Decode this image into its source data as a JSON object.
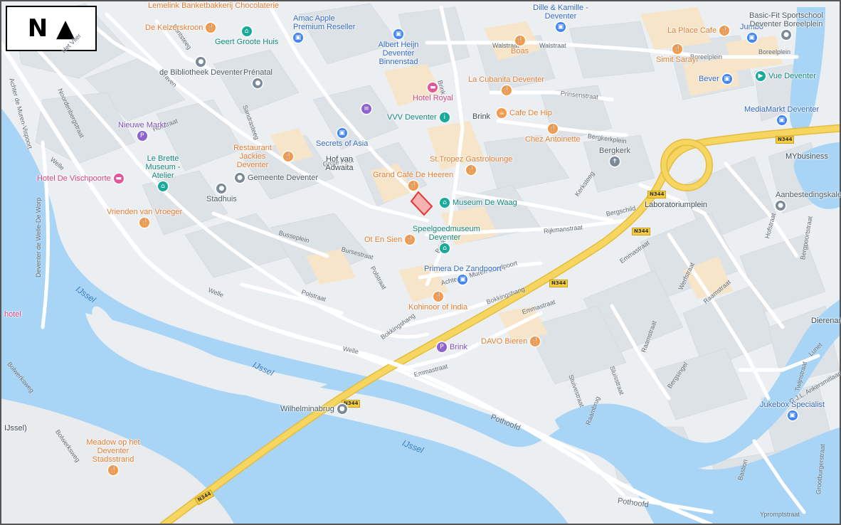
{
  "north_label": "N ▲",
  "colors": {
    "background": "#eceff2",
    "block": "#dde2e7",
    "building_tan": "#f6e5c8",
    "water": "#a8d4f5",
    "sand": "#e9ebed",
    "road_major": "#f6d560",
    "road_minor": "#ffffff",
    "highlight": "#e53935"
  },
  "pois": [
    {
      "id": "poi-lemelink",
      "label": "Lemelink Banketbakkerij Chocolaterie",
      "type": "none",
      "cls": "lblonly"
    },
    {
      "id": "poi-kelzerskroon",
      "label": "De Kelzerskroon",
      "type": "restaurant",
      "cls": "orange"
    },
    {
      "id": "poi-geert-groote",
      "label": "Geert Groote Huis",
      "type": "museum",
      "cls": "teal"
    },
    {
      "id": "poi-amac",
      "label": "Amac Apple Premium Reseller",
      "type": "shop",
      "cls": "blue"
    },
    {
      "id": "poi-albert-heijn",
      "label": "Albert Heijn Deventer Binnenstad",
      "type": "shop",
      "cls": "blue"
    },
    {
      "id": "poi-dille",
      "label": "Dille & Kamille - Deventer",
      "type": "shop",
      "cls": "blue"
    },
    {
      "id": "poi-boas",
      "label": "Boas",
      "type": "restaurant",
      "cls": "orange"
    },
    {
      "id": "poi-la-place",
      "label": "La Place Cafe",
      "type": "restaurant",
      "cls": "orange"
    },
    {
      "id": "poi-jumbo",
      "label": "Jumbo",
      "type": "shop",
      "cls": "blue"
    },
    {
      "id": "poi-basic-fit",
      "label": "Basic-Fit Sportschool Deventer Boreelplein",
      "type": "gym",
      "cls": "gray"
    },
    {
      "id": "poi-simit",
      "label": "Simit Sarayı",
      "type": "restaurant",
      "cls": "orange"
    },
    {
      "id": "poi-bibliotheek",
      "label": "de Bibliotheek Deventer",
      "type": "library",
      "cls": "gray"
    },
    {
      "id": "poi-bever",
      "label": "Bever",
      "type": "shop",
      "cls": "blue"
    },
    {
      "id": "poi-vue",
      "label": "Vue Deventer",
      "type": "cinema",
      "cls": "teal"
    },
    {
      "id": "poi-la-cubanita",
      "label": "La Cubanita Deventer",
      "type": "restaurant",
      "cls": "orange"
    },
    {
      "id": "poi-hotel-royal",
      "label": "Hotel Royal",
      "type": "hotel",
      "cls": "pink"
    },
    {
      "id": "poi-prenatal",
      "label": "Prénatal",
      "type": "shop",
      "cls": "gray"
    },
    {
      "id": "poi-vvv",
      "label": "VVV Deventer",
      "type": "info",
      "cls": "teal"
    },
    {
      "id": "poi-brink-label",
      "label": "Brink",
      "type": "none",
      "cls": "lblonly"
    },
    {
      "id": "poi-cafe-de-hip",
      "label": "Cafe De Hip",
      "type": "cafe",
      "cls": "orange"
    },
    {
      "id": "poi-mediamarkt",
      "label": "MediaMarkt Deventer",
      "type": "shop",
      "cls": "blue"
    },
    {
      "id": "poi-nieuwe-markt",
      "label": "Nieuwe Markt",
      "type": "parking",
      "cls": "purple"
    },
    {
      "id": "poi-secrets-of-asia",
      "label": "Secrets of Asia",
      "type": "shop",
      "cls": "blue"
    },
    {
      "id": "poi-chez-antoinette",
      "label": "Chez Antoinette",
      "type": "restaurant",
      "cls": "orange"
    },
    {
      "id": "poi-bergkerk",
      "label": "Bergkerk",
      "type": "church",
      "cls": "gray"
    },
    {
      "id": "poi-jackies",
      "label": "Restaurant Jackies Deventer",
      "type": "restaurant",
      "cls": "orange"
    },
    {
      "id": "poi-hof-van-adwaita",
      "label": "Hof van Adwaita",
      "type": "none",
      "cls": "lblonly"
    },
    {
      "id": "poi-st-tropez",
      "label": "St.Tropez Gastrolounge",
      "type": "restaurant",
      "cls": "orange"
    },
    {
      "id": "poi-mybusiness",
      "label": "MYbusiness",
      "type": "none",
      "cls": "lblonly"
    },
    {
      "id": "poi-le-brette",
      "label": "Le Brette Museum - Atelier",
      "type": "museum",
      "cls": "teal"
    },
    {
      "id": "poi-gemeente",
      "label": "Gemeente Deventer",
      "type": "gov",
      "cls": "gray"
    },
    {
      "id": "poi-grand-cafe",
      "label": "Grand Café De Heeren",
      "type": "restaurant",
      "cls": "orange"
    },
    {
      "id": "poi-vischpoorte",
      "label": "Hotel De Vischpoorte",
      "type": "hotel",
      "cls": "pink"
    },
    {
      "id": "poi-stadhuis",
      "label": "Stadhuis",
      "type": "gov",
      "cls": "gray"
    },
    {
      "id": "poi-museum-de-waag",
      "label": "Museum De Waag",
      "type": "museum",
      "cls": "teal"
    },
    {
      "id": "poi-laboratoriumplein",
      "label": "Laboratoriumplein",
      "type": "none",
      "cls": "lblonly"
    },
    {
      "id": "poi-aanbesteding",
      "label": "Aanbestedingskalender",
      "type": "office",
      "cls": "gray"
    },
    {
      "id": "poi-vrienden",
      "label": "Vrienden van Vroeger",
      "type": "restaurant",
      "cls": "orange"
    },
    {
      "id": "poi-ot-en-sien",
      "label": "Ot En Sien",
      "type": "restaurant",
      "cls": "orange"
    },
    {
      "id": "poi-speelgoed",
      "label": "Speelgoedmuseum Deventer",
      "type": "museum",
      "cls": "teal"
    },
    {
      "id": "poi-primera",
      "label": "Primera De Zandpoort",
      "type": "shop",
      "cls": "blue"
    },
    {
      "id": "poi-kohinoor",
      "label": "Kohinoor of India",
      "type": "restaurant",
      "cls": "orange"
    },
    {
      "id": "poi-dierenarts",
      "label": "Dierenarts",
      "type": "none",
      "cls": "lblonly"
    },
    {
      "id": "poi-brink-parking",
      "label": "Brink",
      "type": "parking",
      "cls": "purple"
    },
    {
      "id": "poi-davo",
      "label": "DAVO Bieren",
      "type": "restaurant",
      "cls": "orange"
    },
    {
      "id": "poi-wilhelminabrug",
      "label": "Wilhelminabrug",
      "type": "landmark",
      "cls": "gray"
    },
    {
      "id": "poi-jukebox",
      "label": "Jukebox Specialist",
      "type": "shop",
      "cls": "blue"
    },
    {
      "id": "poi-meadow",
      "label": "Meadow op het Deventer Stadsstrand",
      "type": "restaurant",
      "cls": "orange"
    },
    {
      "id": "poi-hotel-edge",
      "label": "hotel",
      "type": "none",
      "cls": "pink"
    },
    {
      "id": "poi-ijssel-edge",
      "label": "IJssel)",
      "type": "none",
      "cls": "lblonly"
    }
  ],
  "streets": [
    {
      "id": "st-welle-1",
      "label": "Welle"
    },
    {
      "id": "st-welle-2",
      "label": "Welle"
    },
    {
      "id": "st-welle-3",
      "label": "Welle"
    },
    {
      "id": "st-walstraat-1",
      "label": "Walstraat"
    },
    {
      "id": "st-walstraat-2",
      "label": "Walstraat"
    },
    {
      "id": "st-boreelplein-1",
      "label": "Boreelplein"
    },
    {
      "id": "st-boreelplein-2",
      "label": "Boreelplein"
    },
    {
      "id": "st-prinsenstraat",
      "label": "Prinsenstraat"
    },
    {
      "id": "st-bergkerkplein",
      "label": "Bergkerkplein"
    },
    {
      "id": "st-rijkmanstraat",
      "label": "Rijkmanstraat"
    },
    {
      "id": "st-bergschild",
      "label": "Bergschild"
    },
    {
      "id": "st-kerksteeg",
      "label": "Kerksteeg"
    },
    {
      "id": "st-brink-1",
      "label": "Brink"
    },
    {
      "id": "st-brink-2",
      "label": "Brink"
    },
    {
      "id": "st-grote-poot",
      "label": "Grote Poot"
    },
    {
      "id": "st-hofstraat",
      "label": "Hofstraat"
    },
    {
      "id": "st-sandrasteeg",
      "label": "Sandrasteeg"
    },
    {
      "id": "st-busseplein",
      "label": "Busseplein"
    },
    {
      "id": "st-bursestraat",
      "label": "Bursestraat"
    },
    {
      "id": "st-polstraat-1",
      "label": "Polstraat"
    },
    {
      "id": "st-polstraat-2",
      "label": "Polstraat"
    },
    {
      "id": "st-achter-de-muren",
      "label": "Achter de Muren-Zandpoort"
    },
    {
      "id": "st-bokkingshang-1",
      "label": "Bokkingshang"
    },
    {
      "id": "st-bokkingshang-2",
      "label": "Bokkingshang"
    },
    {
      "id": "st-emmastraat-1",
      "label": "Emmastraat"
    },
    {
      "id": "st-emmastraat-2",
      "label": "Emmastraat"
    },
    {
      "id": "st-emmastraat-3",
      "label": "Emmastraat"
    },
    {
      "id": "st-pothoofd-1",
      "label": "Pothoofd"
    },
    {
      "id": "st-pothoofd-2",
      "label": "Pothoofd"
    },
    {
      "id": "st-raamstraat-1",
      "label": "Raamstraat"
    },
    {
      "id": "st-raamstraat-2",
      "label": "Raamstraat"
    },
    {
      "id": "st-werfstraat",
      "label": "Werfstraat"
    },
    {
      "id": "st-hofstraat-2",
      "label": "Hofstraat"
    },
    {
      "id": "st-bergpoortstraat",
      "label": "Bergpoortstraat"
    },
    {
      "id": "st-bergingel",
      "label": "Bergsingel"
    },
    {
      "id": "st-ankersmitlaan",
      "label": "G.J.L. Ankersmitlaan"
    },
    {
      "id": "st-deventer-welle",
      "label": "Deventer de Welle-De Worp"
    },
    {
      "id": "st-bolwerksweg-1",
      "label": "Bolwerksweg"
    },
    {
      "id": "st-bolwerksweg-2",
      "label": "Bolwerksweg"
    },
    {
      "id": "st-ypromptstraat",
      "label": "Ypromptstraat"
    },
    {
      "id": "st-stuivestraat",
      "label": "Stuivestraat"
    },
    {
      "id": "st-graven",
      "label": "Graven"
    },
    {
      "id": "st-noordenbergstraat",
      "label": "Noordenbergstraat"
    },
    {
      "id": "st-achter-de-muren-vispoort",
      "label": "Achter de Muren-Vispoort"
    },
    {
      "id": "st-het-vlier",
      "label": "Het Vlier"
    },
    {
      "id": "st-pontsteeg",
      "label": "Pontsteeg"
    },
    {
      "id": "st-twijnstraat",
      "label": "Twijnstraat"
    },
    {
      "id": "st-lunet",
      "label": "Lunet"
    },
    {
      "id": "st-bastion",
      "label": "Bastion"
    },
    {
      "id": "st-sluisstraat",
      "label": "Sluisstraat"
    },
    {
      "id": "st-raambrug",
      "label": "Raambrug"
    },
    {
      "id": "st-grootburgerstraat",
      "label": "Grootburgerstraat"
    }
  ],
  "water_labels": [
    {
      "id": "wl-ijssel-1",
      "label": "IJssel"
    },
    {
      "id": "wl-ijssel-2",
      "label": "IJssel"
    },
    {
      "id": "wl-ijssel-3",
      "label": "IJssel"
    }
  ],
  "road_shields": [
    {
      "id": "rs-1",
      "label": "N344"
    },
    {
      "id": "rs-2",
      "label": "N344"
    },
    {
      "id": "rs-3",
      "label": "N344"
    },
    {
      "id": "rs-4",
      "label": "N344"
    },
    {
      "id": "rs-5",
      "label": "N344"
    },
    {
      "id": "rs-6",
      "label": "N344"
    }
  ]
}
